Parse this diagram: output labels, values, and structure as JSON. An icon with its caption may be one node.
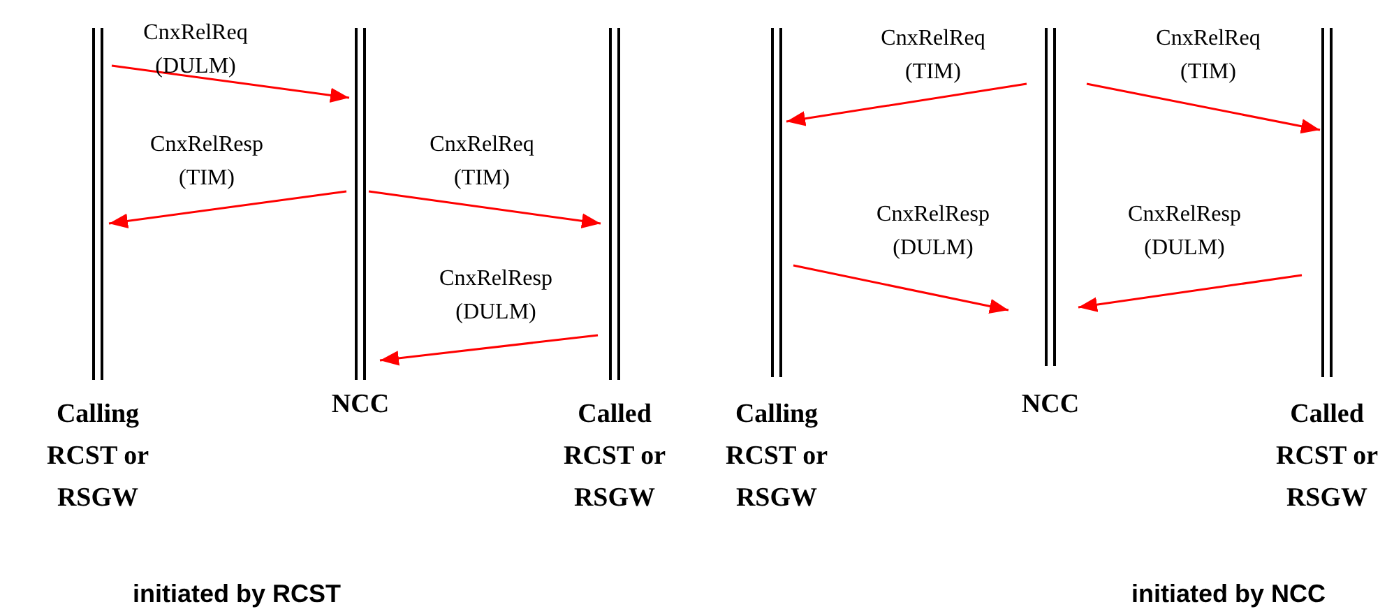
{
  "diagram": {
    "nodes": [
      {
        "text": [
          "Calling RCST or RSGW"
        ]
      },
      {
        "text": [
          "NCC"
        ]
      },
      {
        "text": [
          "Called RCST or RSGW"
        ]
      },
      {
        "text": [
          "Calling RCST or RSGW"
        ]
      },
      {
        "text": [
          "NCC"
        ]
      },
      {
        "text": [
          "Called RCST or RSGW"
        ]
      }
    ],
    "edges": [
      {
        "from": 0,
        "to": 1,
        "arrow": "to",
        "label": "CnxRelReq (DULM)"
      },
      {
        "from": 1,
        "to": 0,
        "arrow": "to",
        "label": "CnxRelResp (TIM)"
      },
      {
        "from": 1,
        "to": 2,
        "arrow": "to",
        "label": "CnxRelReq (TIM)"
      },
      {
        "from": 2,
        "to": 1,
        "arrow": "to",
        "label": "CnxRelResp (DULM)"
      },
      {
        "from": 4,
        "to": 3,
        "arrow": "to",
        "label": "CnxRelReq (TIM)"
      },
      {
        "from": 4,
        "to": 5,
        "arrow": "to",
        "label": "CnxRelReq (TIM)"
      },
      {
        "from": 3,
        "to": 4,
        "arrow": "to",
        "label": "CnxRelResp (DULM)"
      },
      {
        "from": 5,
        "to": 4,
        "arrow": "to",
        "label": "CnxRelResp (DULM)"
      }
    ],
    "labels": [
      "initiated by RCST",
      "initiated by NCC"
    ]
  }
}
